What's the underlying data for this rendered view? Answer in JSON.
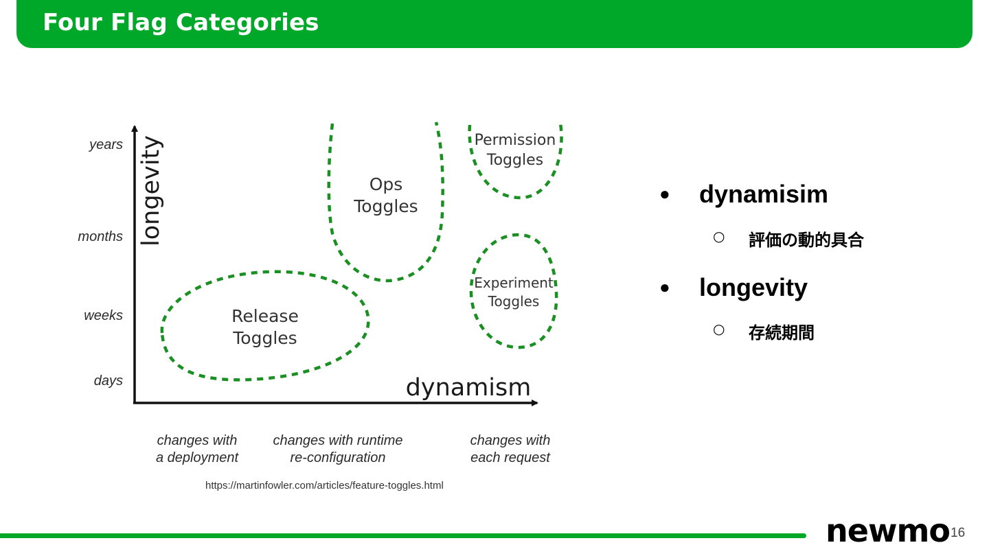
{
  "slide": {
    "title": "Four Flag Categories",
    "page_number": "16",
    "logo_text": "newmo",
    "accent_color": "#00a82a"
  },
  "diagram": {
    "y_axis_title": "longevity",
    "x_axis_title": "dynamism",
    "y_ticks": [
      "years",
      "months",
      "weeks",
      "days"
    ],
    "x_ticks": [
      [
        "changes with",
        "a deployment"
      ],
      [
        "changes with runtime",
        "re-configuration"
      ],
      [
        "changes with",
        "each request"
      ]
    ],
    "regions": {
      "release": [
        "Release",
        "Toggles"
      ],
      "ops": [
        "Ops",
        "Toggles"
      ],
      "permission": [
        "Permission",
        "Toggles"
      ],
      "experiment": [
        "Experiment",
        "Toggles"
      ]
    },
    "region_line_color": "#1a8f22",
    "source_url": "https://martinfowler.com/articles/feature-toggles.html"
  },
  "bullets": [
    {
      "label": "dynamisim",
      "sub": "評価の動的具合"
    },
    {
      "label": "longevity",
      "sub": "存続期間"
    }
  ]
}
